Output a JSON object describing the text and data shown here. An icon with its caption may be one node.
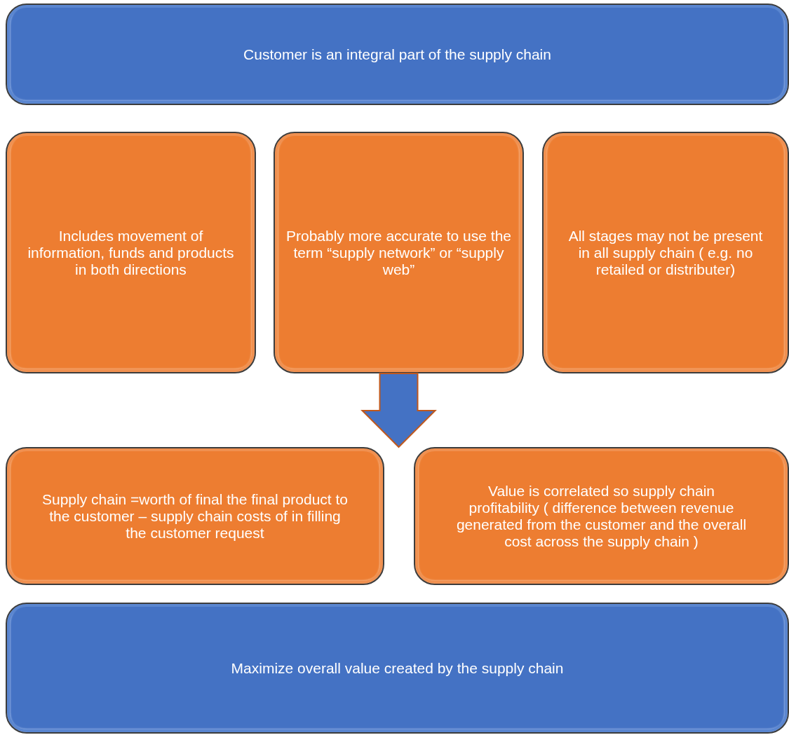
{
  "diagram": {
    "nodes": [
      {
        "text": [
          "Customer is an integral part of the supply chain"
        ]
      },
      {
        "text": [
          "Includes movement of information, funds and products in both directions"
        ]
      },
      {
        "text": [
          "Probably more accurate to use the term “supply network” or “supply web”"
        ]
      },
      {
        "text": [
          "All stages may not be present in all supply chain ( e.g. no retailed or distributer)"
        ]
      },
      {
        "text": [
          "Supply chain =worth of final the final product to the customer – supply chain costs of in filling the customer request"
        ]
      },
      {
        "text": [
          "Value is correlated so supply chain profitability ( difference between revenue generated from the customer and the overall cost across the supply chain )"
        ]
      },
      {
        "text": [
          "Maximize overall value created by the supply chain"
        ]
      }
    ],
    "edges": [
      {
        "from": 2,
        "to": 5,
        "arrow": "to"
      }
    ]
  }
}
